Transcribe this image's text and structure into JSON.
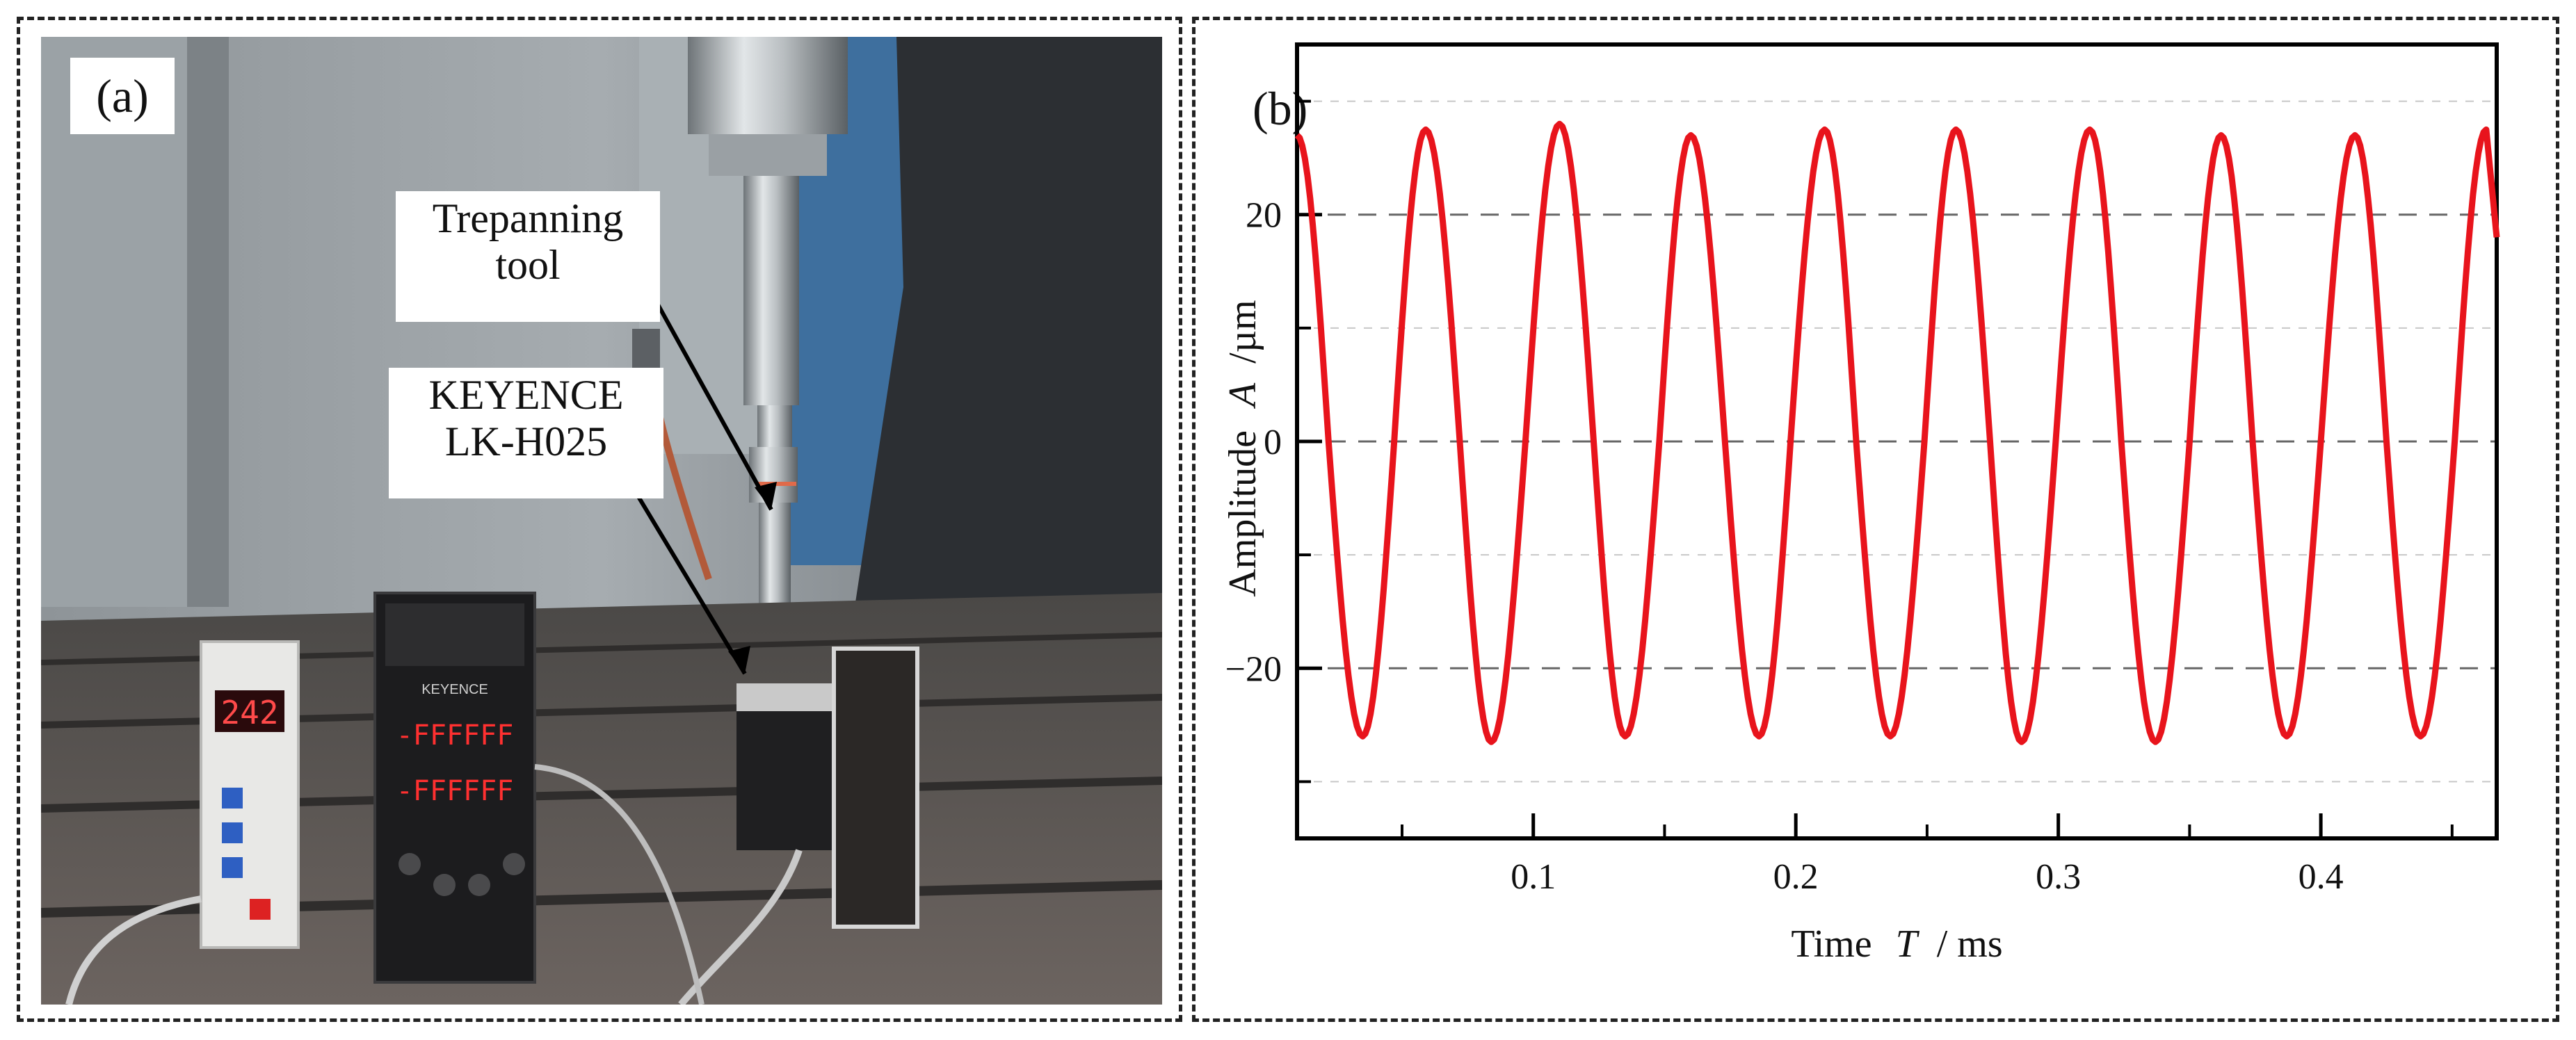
{
  "panel_a": {
    "label": "(a)",
    "callouts": {
      "tool_line1": "Trepanning",
      "tool_line2": "tool",
      "sensor_line1": "KEYENCE",
      "sensor_line2": "LK-H025"
    },
    "photo_text": {
      "controller_display": "242",
      "sensor_display_top": "-FFFFFF",
      "sensor_display_bottom": "-FFFFFF",
      "brand": "KEYENCE"
    }
  },
  "panel_b": {
    "label": "(b)"
  },
  "chart_data": {
    "type": "line",
    "xlabel_prefix": "Time",
    "xlabel_symbol": "T",
    "xlabel_unit": "/ ms",
    "ylabel_prefix": "Amplitude",
    "ylabel_symbol": "A",
    "ylabel_unit": "/µm",
    "xlim": [
      0.01,
      0.467
    ],
    "ylim": [
      -35,
      35
    ],
    "xticks": [
      0.1,
      0.2,
      0.3,
      0.4
    ],
    "xtick_labels": [
      "0.1",
      "0.2",
      "0.3",
      "0.4"
    ],
    "x_minor_ticks": [
      0.05,
      0.15,
      0.25,
      0.35,
      0.45
    ],
    "yticks": [
      -20,
      0,
      20
    ],
    "ytick_labels": [
      "−20",
      "0",
      "20"
    ],
    "y_minor_ticks": [
      -30,
      -10,
      10,
      30
    ],
    "grid": true,
    "series": [
      {
        "color": "#e8141c",
        "x": [
          0.01,
          0.022,
          0.035,
          0.047,
          0.059,
          0.072,
          0.084,
          0.097,
          0.11,
          0.123,
          0.135,
          0.148,
          0.16,
          0.173,
          0.186,
          0.198,
          0.211,
          0.223,
          0.236,
          0.249,
          0.261,
          0.274,
          0.286,
          0.299,
          0.312,
          0.324,
          0.337,
          0.35,
          0.362,
          0.374,
          0.387,
          0.4,
          0.413,
          0.425,
          0.438,
          0.451,
          0.463,
          0.467
        ],
        "y": [
          27,
          0,
          -26,
          0,
          27.5,
          0,
          -26.5,
          0,
          28,
          0,
          -26,
          0,
          27,
          0,
          -26,
          0,
          27.5,
          0,
          -26,
          0,
          27.5,
          0,
          -26.5,
          0,
          27.5,
          0,
          -26.5,
          0,
          27,
          0,
          -26,
          0,
          27,
          0,
          -26,
          0,
          27.5,
          18
        ]
      }
    ]
  }
}
